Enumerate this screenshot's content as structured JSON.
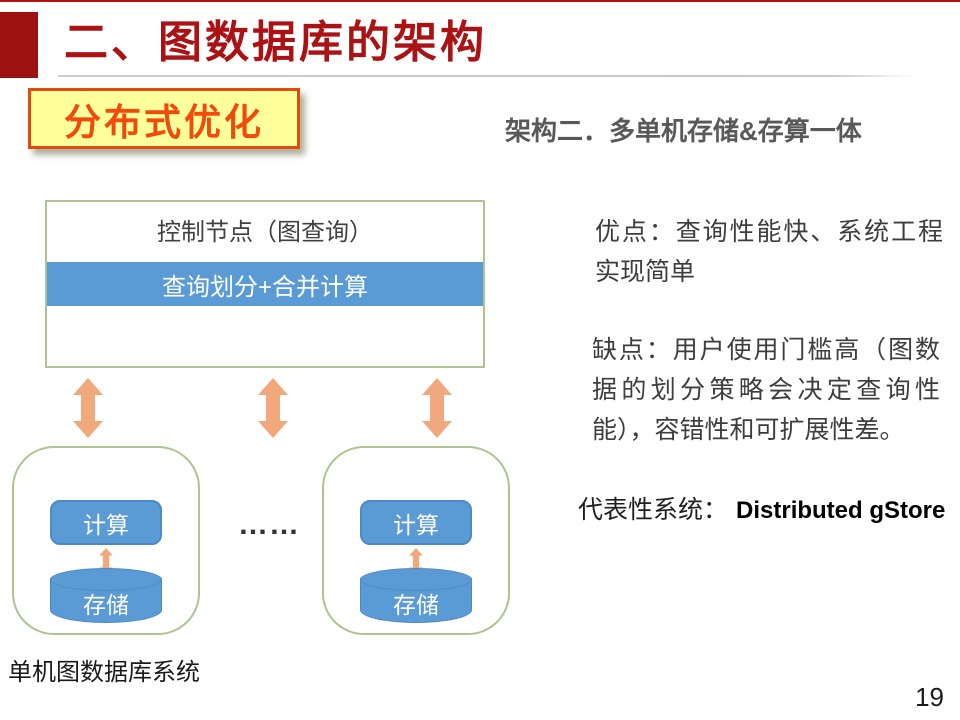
{
  "slide": {
    "title": "二、图数据库的架构",
    "page_number": "19"
  },
  "badge": {
    "label": "分布式优化"
  },
  "subtitle": "架构二．多单机存储&存算一体",
  "diagram": {
    "control_box": {
      "title": "控制节点（图查询）",
      "bar": "查询划分+合并计算"
    },
    "dots": "……",
    "nodes": [
      {
        "compute": "计算",
        "storage": "存储"
      },
      {
        "compute": "计算",
        "storage": "存储"
      }
    ],
    "caption": "单机图数据库系统"
  },
  "notes": {
    "pros": "优点：查询性能快、系统工程实现简单",
    "cons": "缺点：用户使用门槛高（图数据的划分策略会决定查询性能），容错性和可扩展性差。",
    "representative_label": "代表性系统：",
    "representative_system": "Distributed gStore"
  },
  "icons": {
    "vertical_double_arrow": "double-arrow-icon"
  },
  "colors": {
    "title_red": "#AB1214",
    "header_block_red": "#9E1111",
    "top_line_red": "#B01212",
    "badge_bg": "#FFFF9C",
    "badge_border": "#E6490E",
    "badge_text": "#F14A0B",
    "subtitle_gray": "#595959",
    "box_border_green": "#AEC490",
    "node_blue": "#5B9BD5",
    "node_blue_border": "#4E88C6",
    "arrow_orange": "#F0A87C",
    "body_text": "#3D3D3D"
  }
}
